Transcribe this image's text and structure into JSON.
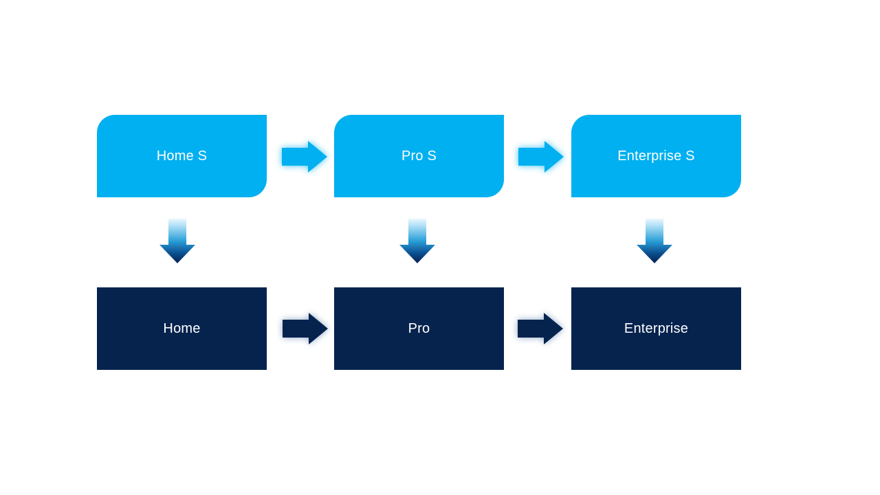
{
  "page": {
    "background": "#ffffff"
  },
  "diagram": {
    "type": "flow",
    "description": "Two-row upgrade flow diagram with S editions on top mapping down to standard editions",
    "colors": {
      "top_box_fill": "#00B0F0",
      "bottom_box_fill": "#06234E",
      "label_text": "#FFFFFF",
      "right_arrow_top_row": "#00B0F0",
      "right_arrow_bottom_row": "#06234E",
      "down_arrow_gradient_top": "#EAF7FE",
      "down_arrow_gradient_mid": "#2B9FD8",
      "down_arrow_gradient_bottom": "#052050"
    },
    "top_row": [
      {
        "label": "Home S"
      },
      {
        "label": "Pro S"
      },
      {
        "label": "Enterprise S"
      }
    ],
    "bottom_row": [
      {
        "label": "Home"
      },
      {
        "label": "Pro"
      },
      {
        "label": "Enterprise"
      }
    ],
    "edges": [
      {
        "from": "Home S",
        "to": "Pro S",
        "direction": "right"
      },
      {
        "from": "Pro S",
        "to": "Enterprise S",
        "direction": "right"
      },
      {
        "from": "Home",
        "to": "Pro",
        "direction": "right"
      },
      {
        "from": "Pro",
        "to": "Enterprise",
        "direction": "right"
      },
      {
        "from": "Home S",
        "to": "Home",
        "direction": "down"
      },
      {
        "from": "Pro S",
        "to": "Pro",
        "direction": "down"
      },
      {
        "from": "Enterprise S",
        "to": "Enterprise",
        "direction": "down"
      }
    ]
  }
}
